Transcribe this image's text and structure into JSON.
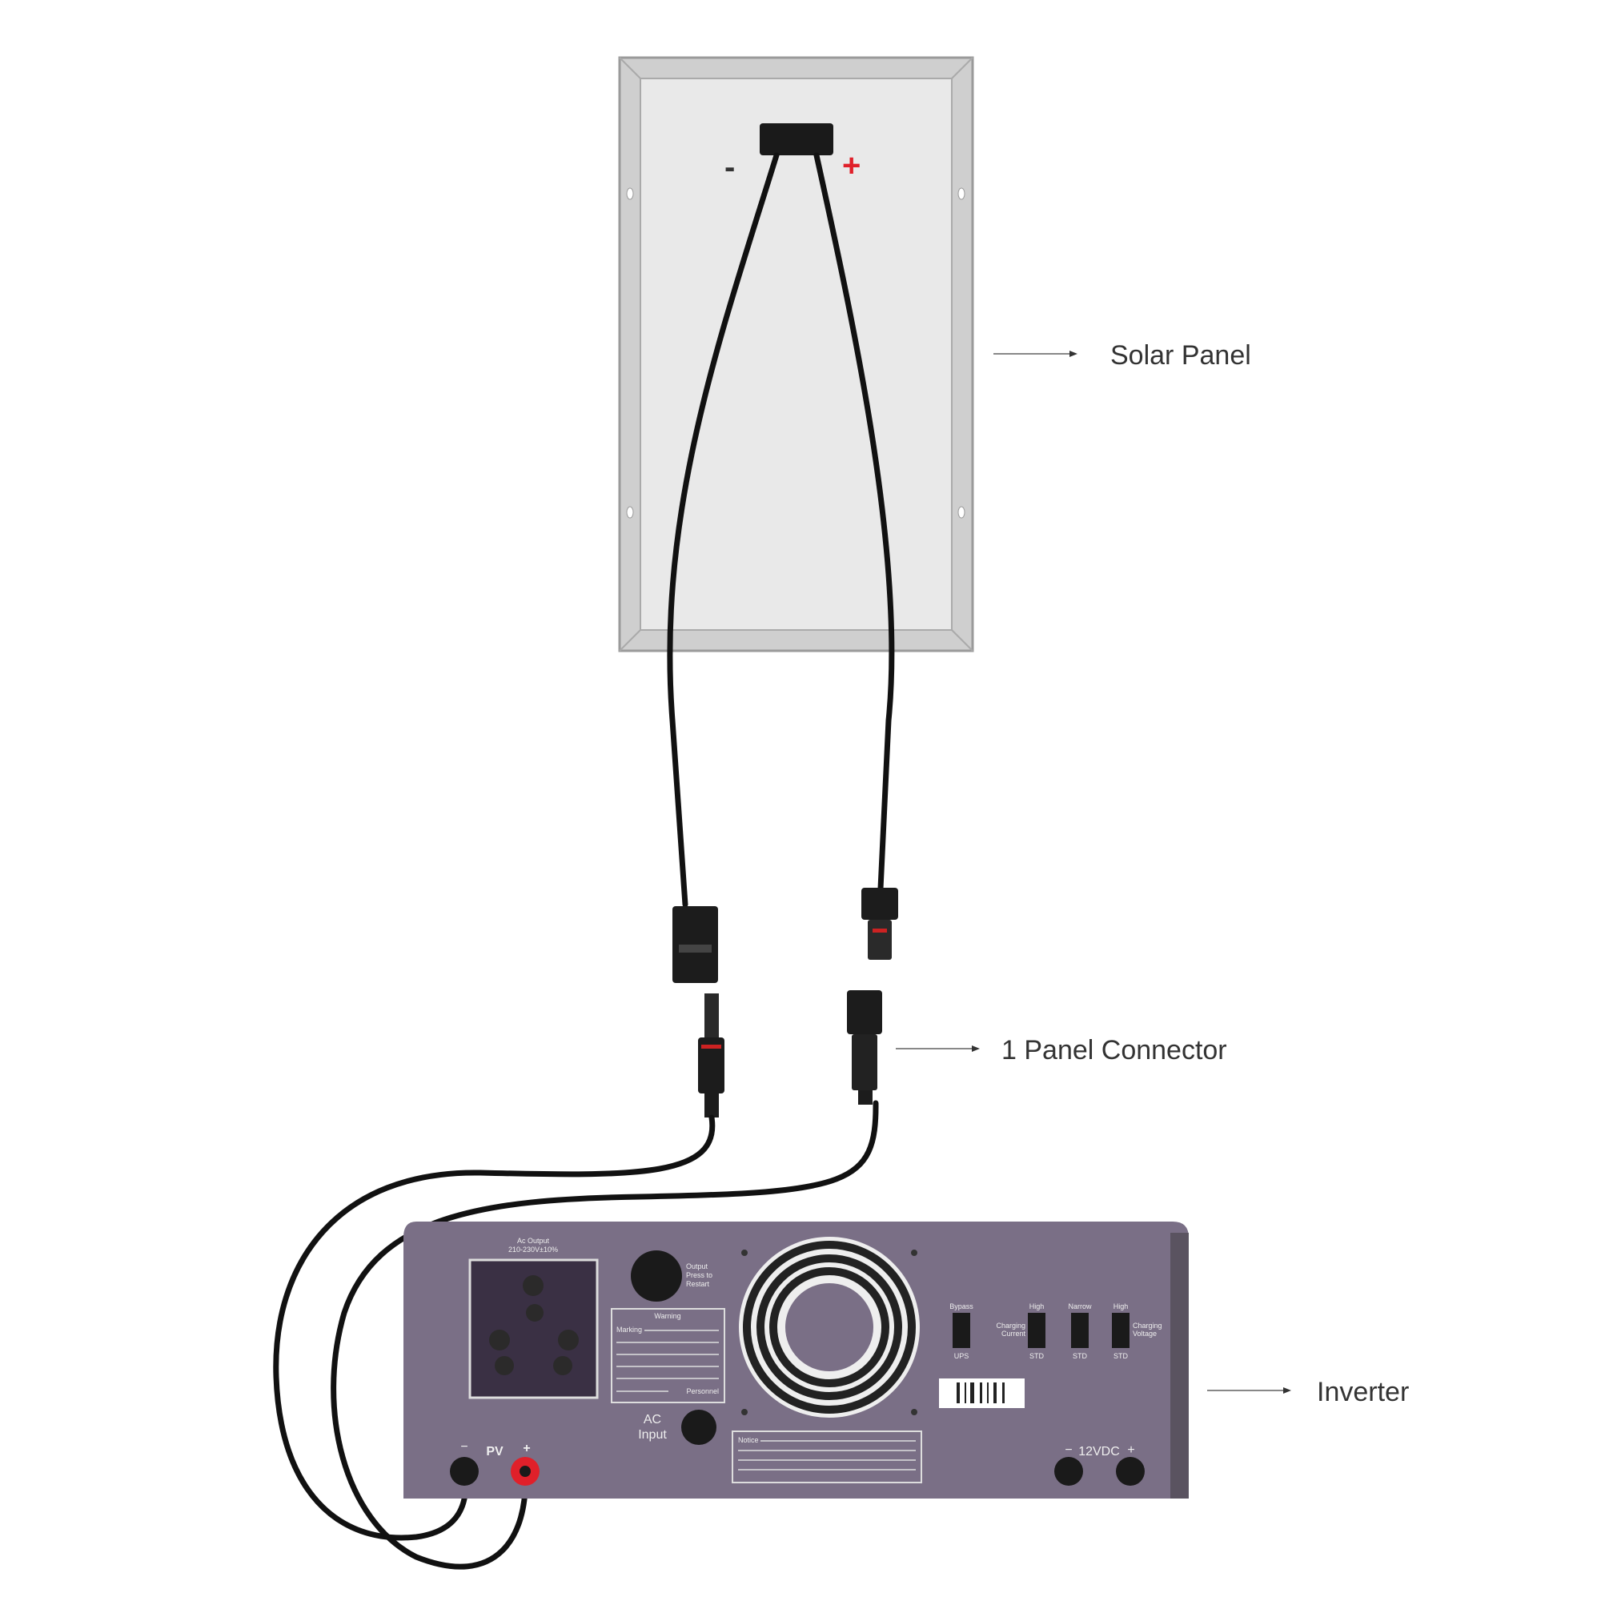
{
  "labels": {
    "solar_panel": "Solar Panel",
    "connector": "1 Panel Connector",
    "inverter": "Inverter"
  },
  "panel": {
    "minus": "-",
    "plus": "+"
  },
  "inverter_panel": {
    "ac_output": "Ac Output",
    "ac_output_rating": "210-230V±10%",
    "output_button": [
      "Output",
      "Press to",
      "Restart"
    ],
    "warning_title": "Warning",
    "warning_line": "Marking",
    "warning_footer": "Personnel",
    "ac_input": [
      "AC",
      "Input"
    ],
    "notice_label": "Notice",
    "switches": [
      {
        "top": "Bypass",
        "bottom": "UPS"
      },
      {
        "top": "High",
        "bottom": "STD",
        "side": [
          "Charging",
          "Current"
        ]
      },
      {
        "top": "Narrow",
        "bottom": "STD"
      },
      {
        "top": "High",
        "bottom": "STD",
        "side": [
          "Charging",
          "Voltage"
        ]
      }
    ],
    "pv": "PV",
    "pv_minus": "−",
    "pv_plus": "+",
    "dc": "12VDC",
    "dc_minus": "−",
    "dc_plus": "+"
  },
  "colors": {
    "inverter": "#7a6f86",
    "panel_frame": "#c8c8c8",
    "positive": "#e0202a"
  }
}
